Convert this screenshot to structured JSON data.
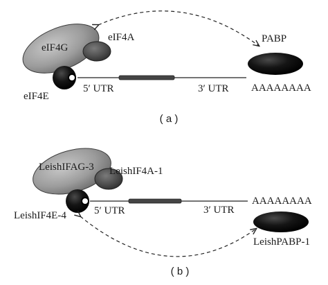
{
  "panel_a": {
    "factors": {
      "eif4g": "eIF4G",
      "eif4a": "eIF4A",
      "eif4e": "eIF4E",
      "pabp": "PABP"
    },
    "utr5": "5′ UTR",
    "utr3": "3′ UTR",
    "polya": "AAAAAAAA",
    "caption": "( a )"
  },
  "panel_b": {
    "factors": {
      "eif4g": "LeishIFAG-3",
      "eif4a": "LeishIF4A-1",
      "eif4e": "LeishIF4E-4",
      "pabp": "LeishPABP-1"
    },
    "utr5": "5′ UTR",
    "utr3": "3′ UTR",
    "polya": "AAAAAAAA",
    "caption": "( b )"
  },
  "colors": {
    "eif4g_fill": "#9a9a9a",
    "eif4a_fill": "#555555",
    "eif4e_fill": "#111111",
    "pabp_fill": "#111111",
    "mrna_line": "#222222",
    "coding_region": "#444444"
  }
}
